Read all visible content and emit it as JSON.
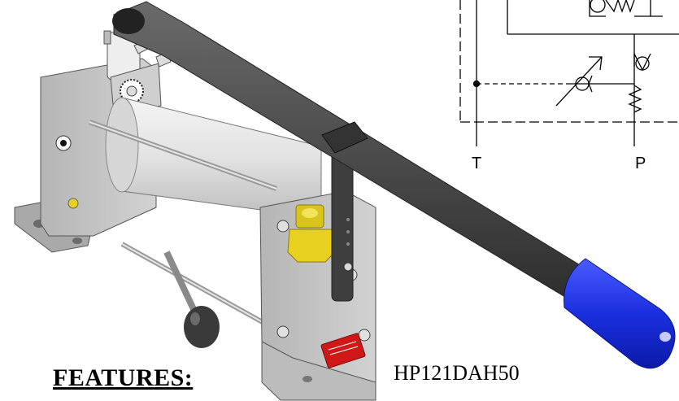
{
  "schematic": {
    "port_t": "T",
    "port_p": "P"
  },
  "heading": "FEATURES:",
  "model_number": "HP121DAH50",
  "colors": {
    "body_gray": "#c8c8c8",
    "cylinder": "#e8e8e8",
    "handle": "#4a4a4a",
    "grip": "#1a2fe0",
    "fitting": "#e8d020",
    "nameplate": "#d01818"
  },
  "icons": [
    "hand-pump-illustration",
    "hydraulic-schematic"
  ]
}
